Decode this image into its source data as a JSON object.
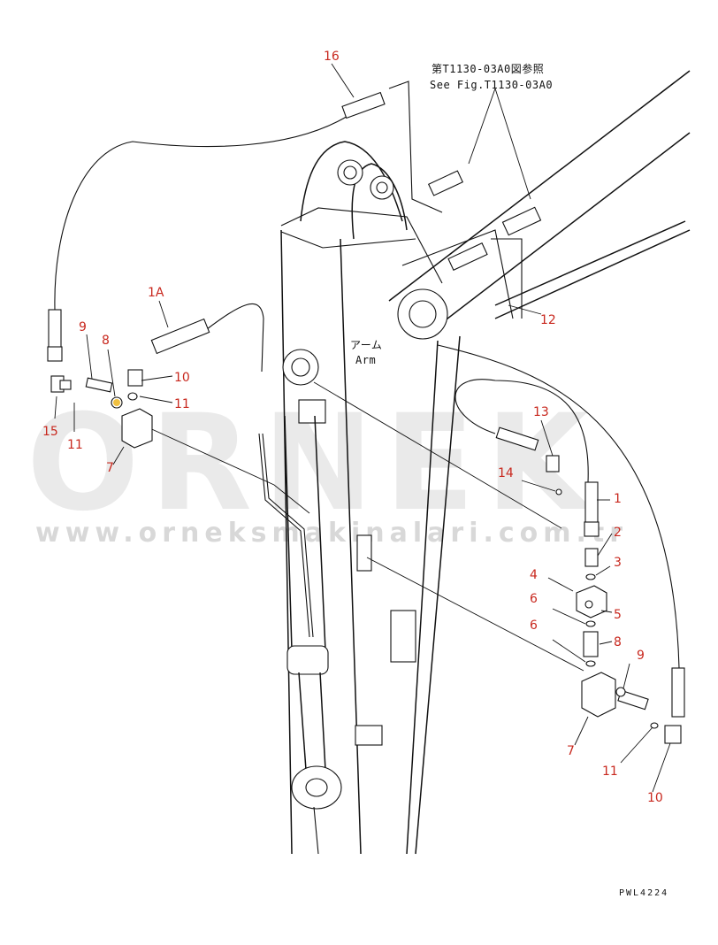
{
  "diagram": {
    "reference_note_jp": "第T1130-03A0図参照",
    "reference_note_en": "See Fig.T1130-03A0",
    "arm_label_jp": "アーム",
    "arm_label_en": "Arm",
    "drawing_code": "PWL4224",
    "part_labels": {
      "p16": "16",
      "p1a": "1A",
      "p9_left": "9",
      "p8_left": "8",
      "p10_left": "10",
      "p11_left_a": "11",
      "p15": "15",
      "p11_left_b": "11",
      "p7_left": "7",
      "p12": "12",
      "p13": "13",
      "p14": "14",
      "p1": "1",
      "p2": "2",
      "p3": "3",
      "p4": "4",
      "p6_a": "6",
      "p5": "5",
      "p6_b": "6",
      "p8_right": "8",
      "p9_right": "9",
      "p7_right": "7",
      "p11_right": "11",
      "p10_right": "10"
    },
    "label_color": "#c8281e"
  },
  "watermark": {
    "brand": "ORNEK",
    "url": "www.orneksmakinalari.com.tr"
  }
}
